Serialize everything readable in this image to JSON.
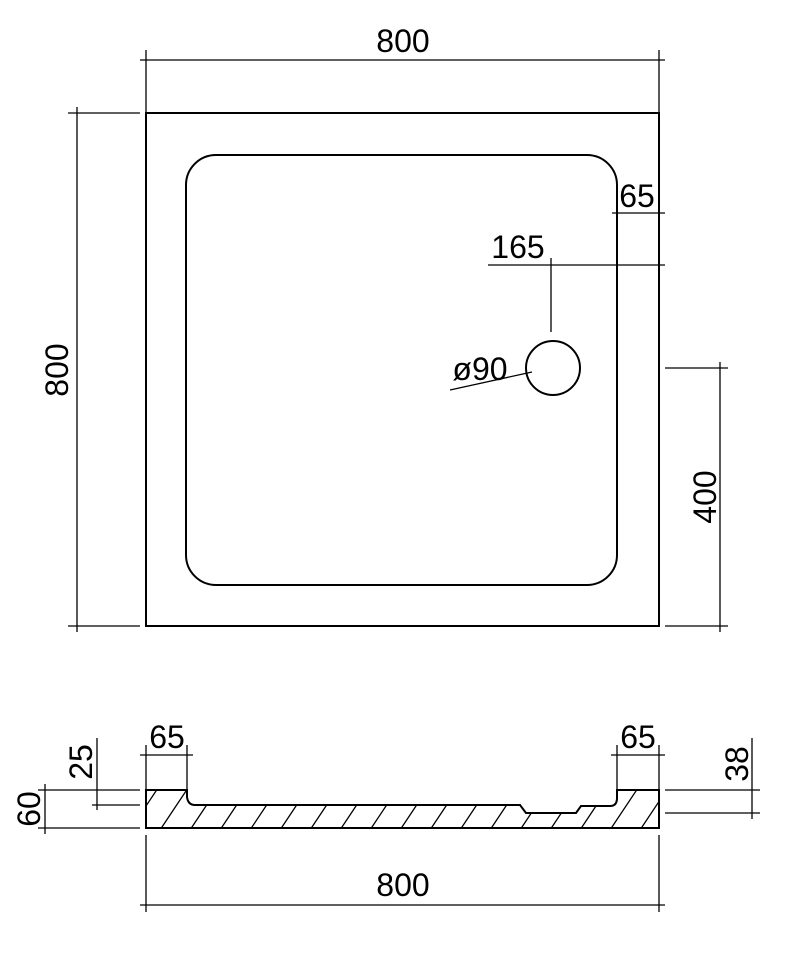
{
  "plan_view": {
    "overall_width": "800",
    "overall_depth": "800",
    "rim_width": "65",
    "drain_offset": "165",
    "drain_diameter": "ø90",
    "drain_position": "400"
  },
  "section_view": {
    "total_height": "60",
    "recess_depth": "25",
    "left_rim": "65",
    "right_rim": "65",
    "drain_height": "38",
    "overall_width": "800"
  }
}
